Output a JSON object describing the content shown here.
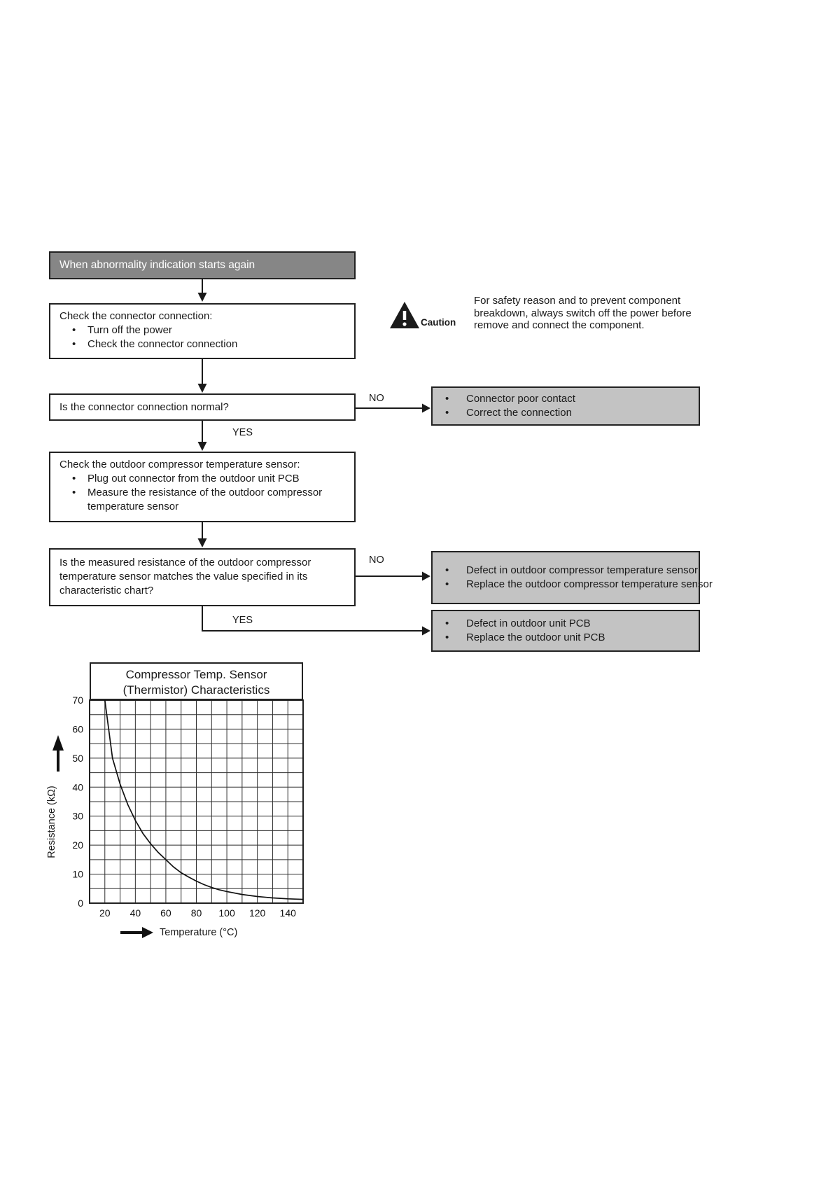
{
  "colors": {
    "header_bg": "#868686",
    "header_text": "#ffffff",
    "result_box_bg": "#c3c3c3",
    "box_border": "#222222",
    "line_color": "#1a1a1a"
  },
  "flowchart": {
    "labels": {
      "yes": "YES",
      "no": "NO"
    },
    "start": {
      "label": "When abnormality indication starts again"
    },
    "check_connector": {
      "title": "Check the connector connection:",
      "bullets": [
        "Turn off the power",
        "Check the connector connection"
      ]
    },
    "caution": {
      "label": "Caution",
      "text": "For safety reason and to prevent component breakdown, always switch off the power before remove and connect the component."
    },
    "q_connector_normal": {
      "question": "Is the connector connection normal?"
    },
    "result_connector": {
      "bullets": [
        "Connector poor contact",
        "Correct the connection"
      ]
    },
    "check_sensor": {
      "title": "Check the outdoor compressor temperature sensor:",
      "bullets": [
        "Plug out connector from the outdoor unit PCB",
        "Measure the resistance of the outdoor compressor temperature sensor"
      ]
    },
    "q_resistance": {
      "question": "Is the measured resistance of the outdoor compressor temperature sensor matches the value specified in its characteristic chart?"
    },
    "result_sensor": {
      "bullets": [
        "Defect in outdoor compressor temperature sensor",
        "Replace the outdoor compressor temperature sensor"
      ]
    },
    "result_pcb": {
      "bullets": [
        "Defect in outdoor unit PCB",
        "Replace the outdoor unit PCB"
      ]
    }
  },
  "chart_data": {
    "type": "line",
    "title": "Compressor Temp. Sensor (Thermistor) Characteristics",
    "title_lines": [
      "Compressor Temp. Sensor",
      "(Thermistor) Characteristics"
    ],
    "xlabel": "Temperature (°C)",
    "ylabel": "Resistance (kΩ)",
    "xlim": [
      10,
      150
    ],
    "ylim": [
      0,
      70
    ],
    "x_ticks": [
      20,
      40,
      60,
      80,
      100,
      120,
      140
    ],
    "y_ticks": [
      0,
      10,
      20,
      30,
      40,
      50,
      60,
      70
    ],
    "x_minor_step": 10,
    "y_minor_step": 5,
    "grid": true,
    "legend": false,
    "series": [
      {
        "name": "Thermistor resistance vs temperature",
        "x": [
          20,
          25,
          30,
          35,
          40,
          45,
          50,
          55,
          60,
          65,
          70,
          75,
          80,
          85,
          90,
          95,
          100,
          110,
          120,
          130,
          140,
          150
        ],
        "y": [
          70,
          50,
          41,
          34,
          28.5,
          24,
          20.5,
          17.5,
          15,
          12.5,
          10.5,
          9,
          7.6,
          6.4,
          5.4,
          4.6,
          4,
          3,
          2.3,
          1.8,
          1.5,
          1.3
        ]
      }
    ]
  }
}
